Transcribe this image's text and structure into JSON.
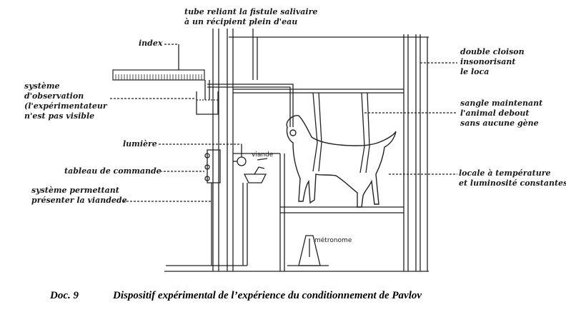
{
  "labels": {
    "tube": "tube reliant la fistule salivaire\nà un récipient plein d'eau",
    "index": "index",
    "systeme_observation": "système\nd'observation\n(l'expérimentateur\nn'est pas visible",
    "lumiere": "lumière",
    "viande": "viande",
    "tableau": "tableau de commande",
    "systeme_viande": "système permettant\nprésenter la viandede",
    "double_cloison": "double cloison\ninsonorisant\nle loca",
    "sangle": "sangle maintenant\nl'animal debout\nsans aucune gène",
    "locale": "locale à température\net luminosité constantes",
    "metronome": "métronome"
  },
  "caption": {
    "doc": "Doc. 9",
    "title": "Dispositif expérimental de l’expérience du conditionnement de Pavlov"
  }
}
